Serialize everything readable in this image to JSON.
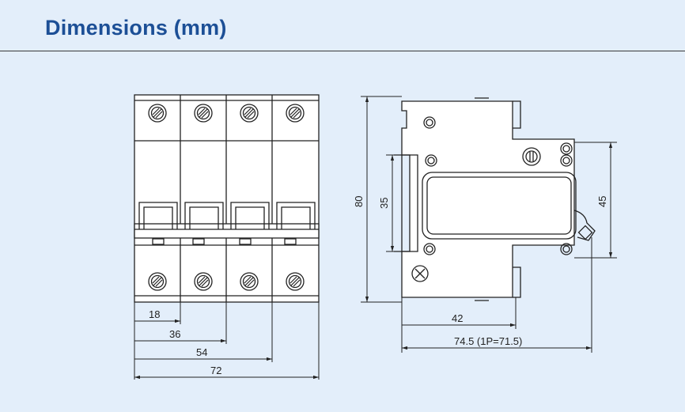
{
  "header": {
    "title": "Dimensions (mm)"
  },
  "front_view": {
    "dims": {
      "d18": "18",
      "d36": "36",
      "d54": "54",
      "d72": "72"
    }
  },
  "side_view": {
    "dims": {
      "h80": "80",
      "h35": "35",
      "h45": "45",
      "w42": "42",
      "w745": "74.5 (1P=71.5)"
    }
  }
}
